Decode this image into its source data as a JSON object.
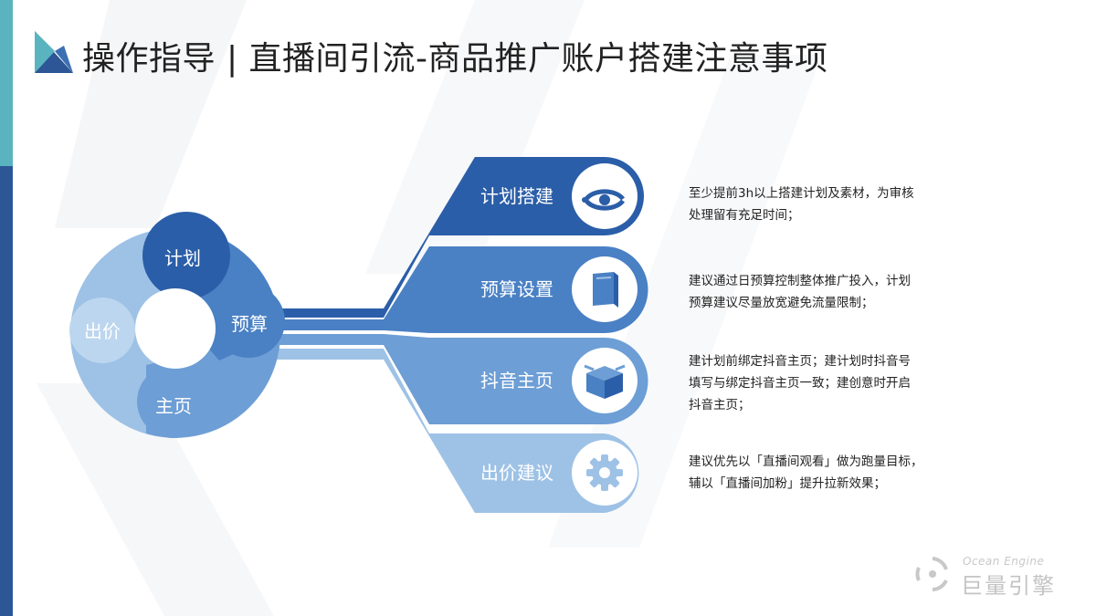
{
  "header": {
    "title": "操作指导 | 直播间引流-商品推广账户搭建注意事项"
  },
  "cycle": {
    "segments": [
      "计划",
      "预算",
      "主页",
      "出价"
    ]
  },
  "items": [
    {
      "label": "计划搭建",
      "icon": "eye-icon",
      "color": "#2b5ea8",
      "lines": [
        "至少提前3h以上搭建计划及素材，为审核",
        "处理留有充足时间；"
      ]
    },
    {
      "label": "预算设置",
      "icon": "book-icon",
      "color": "#4a80c4",
      "lines": [
        "建议通过日预算控制整体推广投入，计划",
        "预算建议尽量放宽避免流量限制；"
      ]
    },
    {
      "label": "抖音主页",
      "icon": "box-icon",
      "color": "#6d9ed5",
      "lines": [
        "建计划前绑定抖音主页；建计划时抖音号",
        "填写与绑定抖音主页一致；建创意时开启",
        "抖音主页；"
      ]
    },
    {
      "label": "出价建议",
      "icon": "gear-icon",
      "color": "#9ec2e6",
      "lines": [
        "建议优先以「直播间观看」做为跑量目标，",
        "辅以「直播间加粉」提升拉新效果；"
      ]
    }
  ],
  "brand": {
    "name_en": "Ocean Engine",
    "name_cn": "巨量引擎"
  }
}
